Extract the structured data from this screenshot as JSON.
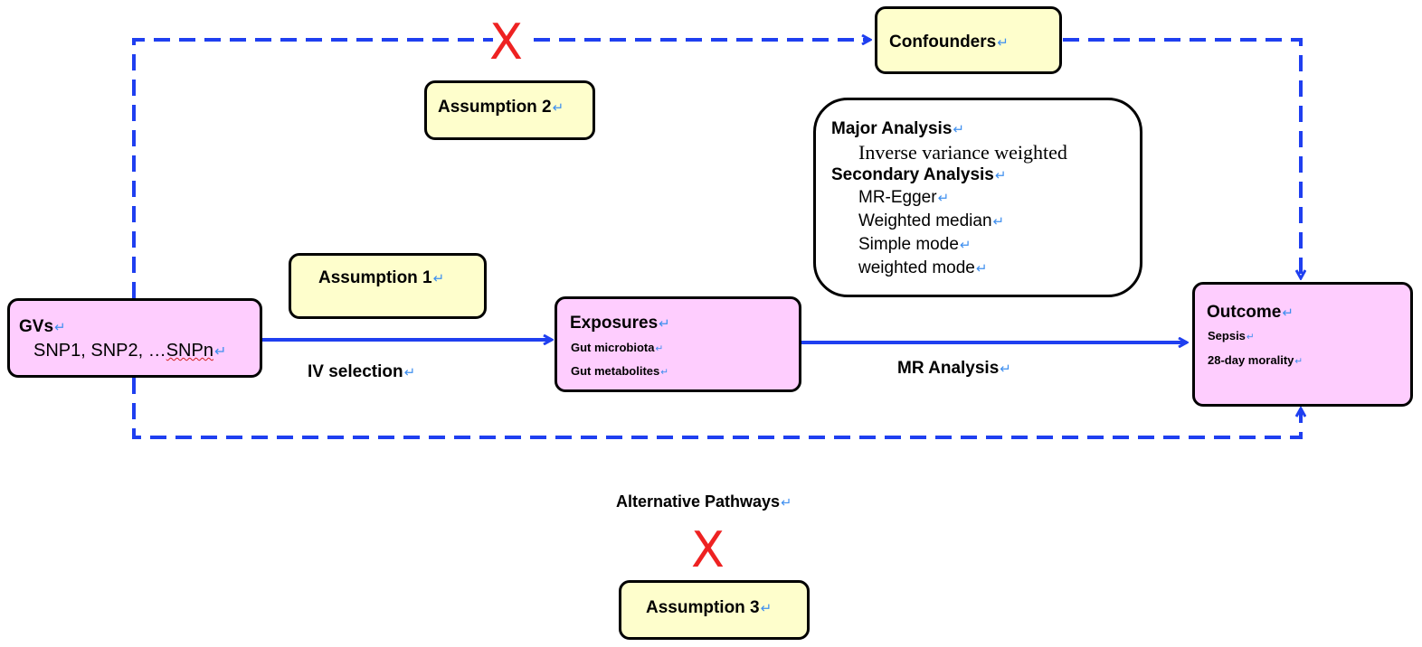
{
  "nodes": {
    "confounders": {
      "label": "Confounders"
    },
    "assumption2": {
      "label": "Assumption 2"
    },
    "assumption1": {
      "label": "Assumption 1"
    },
    "assumption3": {
      "label": "Assumption 3"
    },
    "gvs": {
      "title": "GVs",
      "snps_prefix": "SNP1, SNP2, …",
      "snps_last": "SNPn"
    },
    "exposures": {
      "title": "Exposures",
      "items": [
        "Gut microbiota",
        "Gut metabolites"
      ]
    },
    "outcome": {
      "title": "Outcome",
      "items": [
        "Sepsis",
        "28-day morality"
      ]
    },
    "analysis": {
      "major_title": "Major Analysis",
      "major_items": [
        "Inverse variance weighted"
      ],
      "secondary_title": "Secondary Analysis",
      "secondary_items": [
        "MR-Egger",
        "Weighted median",
        "Simple mode",
        "weighted mode"
      ]
    }
  },
  "edge_labels": {
    "iv_selection": "IV selection",
    "mr_analysis": "MR Analysis",
    "alternative_pathways": "Alternative Pathways"
  },
  "marks": {
    "violated": "X",
    "return_symbol": "↵"
  },
  "colors": {
    "arrow": "#1f3ff0",
    "box_yellow": "#fefecc",
    "box_pink": "#fecdfe",
    "cross": "#ee2222"
  }
}
